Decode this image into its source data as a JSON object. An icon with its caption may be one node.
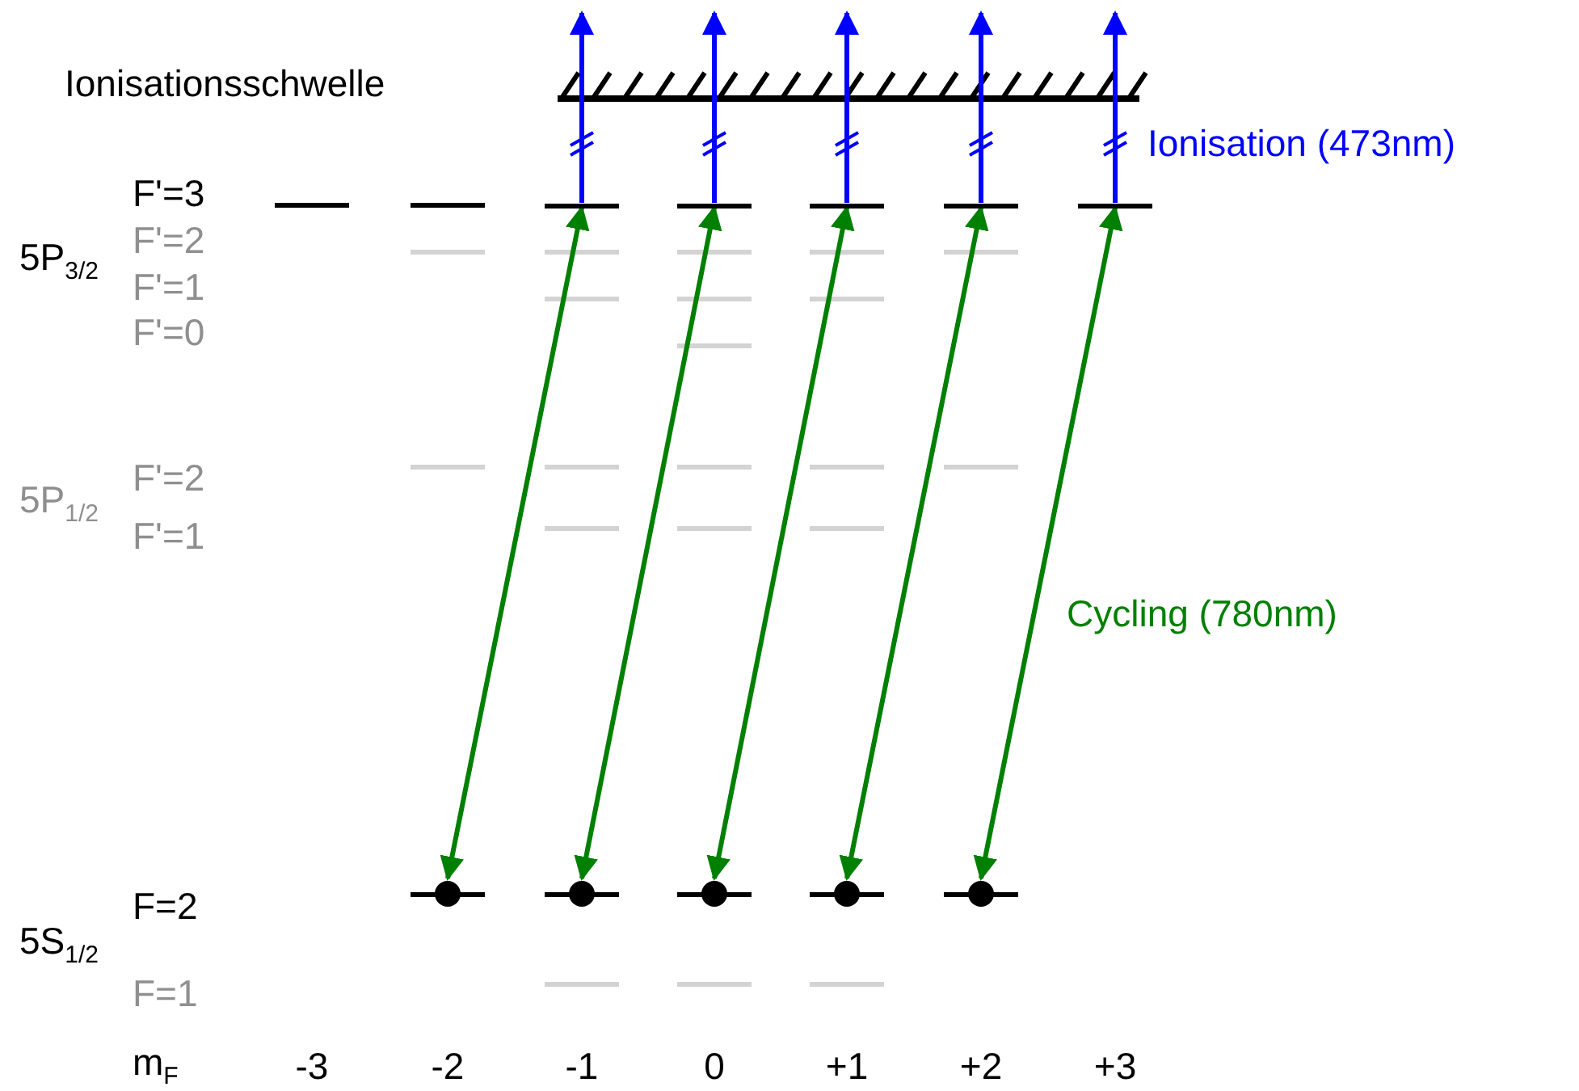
{
  "diagram": {
    "nodes": [
      {
        "text": [],
        "shape": "bar"
      },
      {
        "text": [],
        "shape": "bar"
      },
      {
        "text": [],
        "shape": "bar"
      },
      {
        "text": [],
        "shape": "bar"
      },
      {
        "text": [],
        "shape": "bar"
      },
      {
        "text": [],
        "shape": "bar"
      },
      {
        "text": [],
        "shape": "bar"
      },
      {
        "text": [],
        "shape": "bar"
      },
      {
        "text": [],
        "shape": "bar"
      },
      {
        "text": [],
        "shape": "bar"
      }
    ],
    "edges": [
      {
        "from": 0,
        "to": null,
        "arrow": "to",
        "color": "#0000ff"
      },
      {
        "from": 1,
        "to": null,
        "arrow": "to",
        "color": "#0000ff"
      },
      {
        "from": 2,
        "to": null,
        "arrow": "to",
        "color": "#0000ff"
      },
      {
        "from": 3,
        "to": null,
        "arrow": "to",
        "color": "#0000ff"
      },
      {
        "from": 4,
        "to": null,
        "arrow": "to",
        "color": "#0000ff"
      },
      {
        "from": 5,
        "to": 0,
        "arrow": "both",
        "color": "#008000"
      },
      {
        "from": 6,
        "to": 1,
        "arrow": "both",
        "color": "#008000"
      },
      {
        "from": 7,
        "to": 2,
        "arrow": "both",
        "color": "#008000"
      },
      {
        "from": 8,
        "to": 3,
        "arrow": "both",
        "color": "#008000"
      },
      {
        "from": 9,
        "to": 4,
        "arrow": "both",
        "color": "#008000"
      }
    ],
    "labels": [
      "Ionisationsschwelle",
      "Ionisation (473nm)",
      "F'=3",
      "5P$_{3/2}$",
      "F'=2",
      "F'=1",
      "F'=0",
      "5P$_{1/2}$",
      "F'=2",
      "F'=1",
      "Cycling (780nm)",
      "F=2",
      "5S$_{1/2}$",
      "F=1",
      "m$_{F}$",
      "-3",
      "-2",
      "-1",
      "0",
      "+1",
      "+2",
      "+3"
    ]
  }
}
